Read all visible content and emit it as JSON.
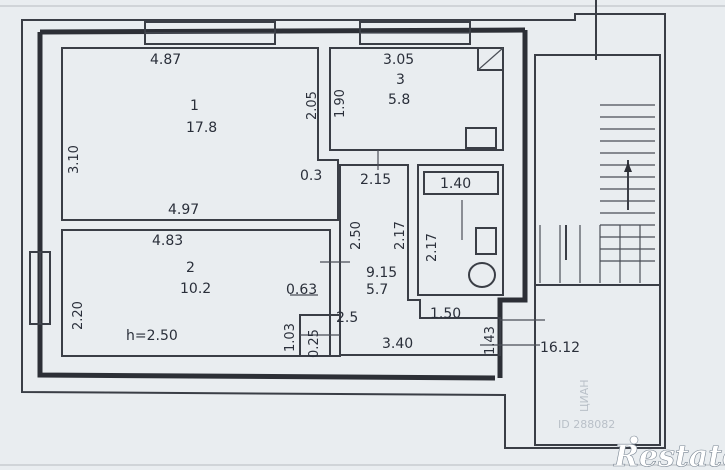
{
  "rooms": [
    {
      "number": "1",
      "area": "17.8"
    },
    {
      "number": "2",
      "area": "10.2"
    },
    {
      "number": "3",
      "area": "5.8"
    }
  ],
  "dimensions": {
    "top_left_width": "4.87",
    "kitchen_width": "3.05",
    "kitchen_depth_a": "2.05",
    "kitchen_depth_b": "1.90",
    "room1_depth": "3.10",
    "room1_bottom_width": "4.97",
    "room2_top_width": "4.83",
    "room2_depth": "2.20",
    "ceiling": "h=2.50",
    "hall_corner_a": "0.3",
    "hall_width_a": "2.15",
    "bath_width": "1.40",
    "hall_depth": "2.50",
    "bath_depth_a": "2.17",
    "bath_depth_b": "2.17",
    "hall_area_line_a": "9.15",
    "hall_area_line_b": "5.7",
    "nook_width": "0.63",
    "nook_depth": "1.03",
    "nook_small": "0.25",
    "nook_small_b": "2.5",
    "bath_bottom": "1.50",
    "corridor_width": "3.40",
    "corridor_depth": "1.43",
    "stair_label": "16.12"
  },
  "watermark": {
    "line1": "ЦИАН",
    "line2": "ID 288082"
  },
  "brand": {
    "logo_text": "Restate"
  }
}
